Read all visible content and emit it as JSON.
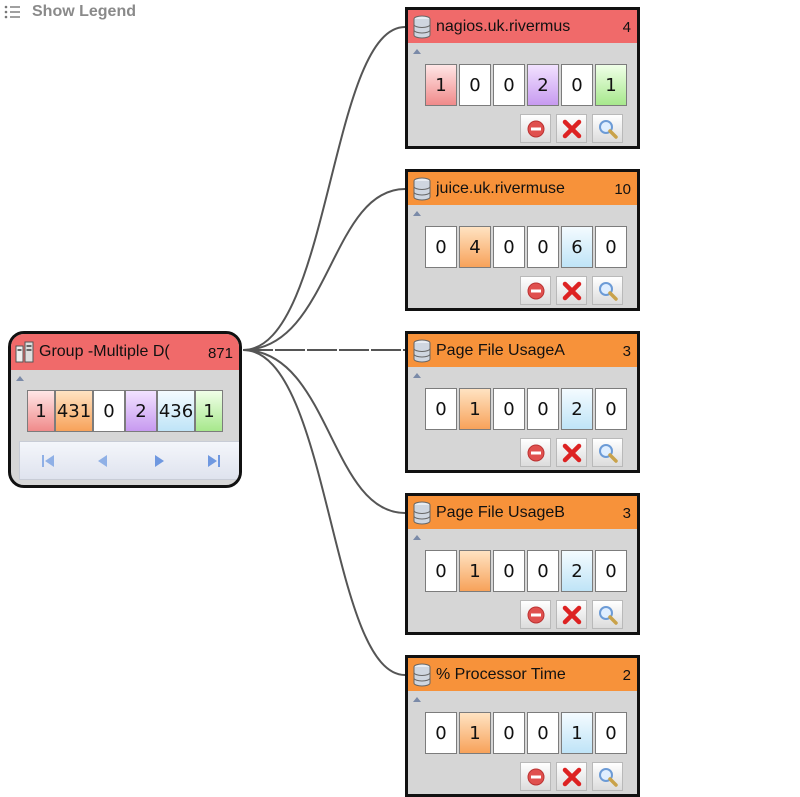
{
  "legend": {
    "label": "Show Legend"
  },
  "group": {
    "title": "Group -Multiple D(",
    "count": "871",
    "cells": [
      {
        "value": "1",
        "color": "red"
      },
      {
        "value": "431",
        "color": "orange"
      },
      {
        "value": "0",
        "color": "white"
      },
      {
        "value": "2",
        "color": "purple"
      },
      {
        "value": "436",
        "color": "blue"
      },
      {
        "value": "1",
        "color": "green"
      }
    ]
  },
  "nodes": [
    {
      "title": "nagios.uk.rivermus",
      "count": "4",
      "header_color": "#f06a6a",
      "cells": [
        {
          "value": "1",
          "color": "red"
        },
        {
          "value": "0",
          "color": "white"
        },
        {
          "value": "0",
          "color": "white"
        },
        {
          "value": "2",
          "color": "purple"
        },
        {
          "value": "0",
          "color": "white"
        },
        {
          "value": "1",
          "color": "green"
        }
      ]
    },
    {
      "title": "juice.uk.rivermuse",
      "count": "10",
      "header_color": "#f7923a",
      "cells": [
        {
          "value": "0",
          "color": "white"
        },
        {
          "value": "4",
          "color": "orange"
        },
        {
          "value": "0",
          "color": "white"
        },
        {
          "value": "0",
          "color": "white"
        },
        {
          "value": "6",
          "color": "blue"
        },
        {
          "value": "0",
          "color": "white"
        }
      ]
    },
    {
      "title": "Page File UsageA",
      "count": "3",
      "header_color": "#f7923a",
      "cells": [
        {
          "value": "0",
          "color": "white"
        },
        {
          "value": "1",
          "color": "orange"
        },
        {
          "value": "0",
          "color": "white"
        },
        {
          "value": "0",
          "color": "white"
        },
        {
          "value": "2",
          "color": "blue"
        },
        {
          "value": "0",
          "color": "white"
        }
      ]
    },
    {
      "title": "Page File UsageB",
      "count": "3",
      "header_color": "#f7923a",
      "cells": [
        {
          "value": "0",
          "color": "white"
        },
        {
          "value": "1",
          "color": "orange"
        },
        {
          "value": "0",
          "color": "white"
        },
        {
          "value": "0",
          "color": "white"
        },
        {
          "value": "2",
          "color": "blue"
        },
        {
          "value": "0",
          "color": "white"
        }
      ]
    },
    {
      "title": "% Processor Time",
      "count": "2",
      "header_color": "#f7923a",
      "cells": [
        {
          "value": "0",
          "color": "white"
        },
        {
          "value": "1",
          "color": "orange"
        },
        {
          "value": "0",
          "color": "white"
        },
        {
          "value": "0",
          "color": "white"
        },
        {
          "value": "1",
          "color": "blue"
        },
        {
          "value": "0",
          "color": "white"
        }
      ]
    }
  ],
  "icons": {
    "legend": "list-icon",
    "node": "database-icon",
    "group": "server-group-icon",
    "actions": [
      "disable-icon",
      "delete-icon",
      "zoom-icon"
    ],
    "pager": [
      "first-page-icon",
      "prev-page-icon",
      "next-page-icon",
      "last-page-icon"
    ]
  }
}
